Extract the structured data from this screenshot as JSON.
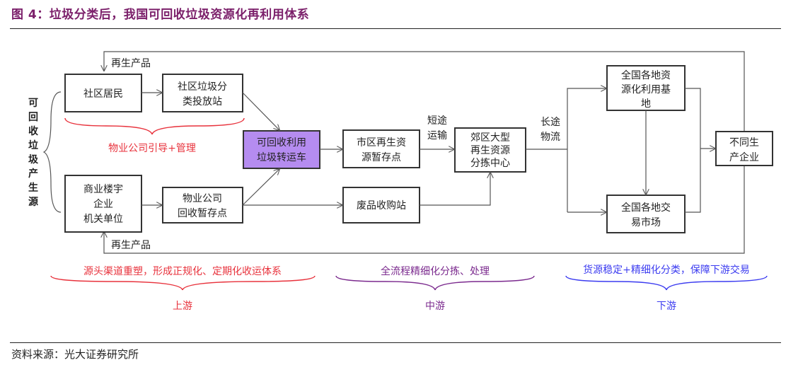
{
  "title": "图 4：垃圾分类后，我国可回收垃圾资源化再利用体系",
  "source": "资料来源：光大证券研究所",
  "side_label": [
    "可",
    "回",
    "收",
    "垃",
    "圾",
    "产",
    "生",
    "源"
  ],
  "nodes": {
    "community_residents": [
      "社区居民"
    ],
    "community_station": [
      "社区垃圾分",
      "类投放站"
    ],
    "commercial_units": [
      "商业楼宇",
      "企业",
      "机关单位"
    ],
    "property_storage": [
      "物业公司",
      "回收暂存点"
    ],
    "transfer_vehicle": [
      "可回收利用",
      "垃圾转运车"
    ],
    "city_storage": [
      "市区再生资",
      "源暂存点"
    ],
    "waste_buyer": [
      "废品收购站"
    ],
    "suburb_center": [
      "郊区大型",
      "再生资源",
      "分拣中心"
    ],
    "national_utilization": [
      "全国各地资",
      "源化利用基",
      "地"
    ],
    "national_market": [
      "全国各地交",
      "易市场"
    ],
    "enterprises": [
      "不同生",
      "产企业"
    ]
  },
  "edge_labels": {
    "recycled_top": "再生产品",
    "recycled_bottom": "再生产品",
    "short_haul": [
      "短途",
      "运输"
    ],
    "long_haul": [
      "长途",
      "物流"
    ]
  },
  "notes": {
    "property": "物业公司引导+管理",
    "upstream_desc": "源头渠道重塑，形成正规化、定期化收运体系",
    "midstream_desc": "全流程精细化分拣、处理",
    "downstream_desc": "货源稳定+精细化分类，保障下游交易",
    "upstream": "上游",
    "midstream": "中游",
    "downstream": "下游"
  },
  "colors": {
    "title": "#7B1F6A",
    "upstream": "#E8323C",
    "midstream": "#7B2A8E",
    "downstream": "#3B3BF0",
    "highlight_box": "#B58CF0"
  }
}
